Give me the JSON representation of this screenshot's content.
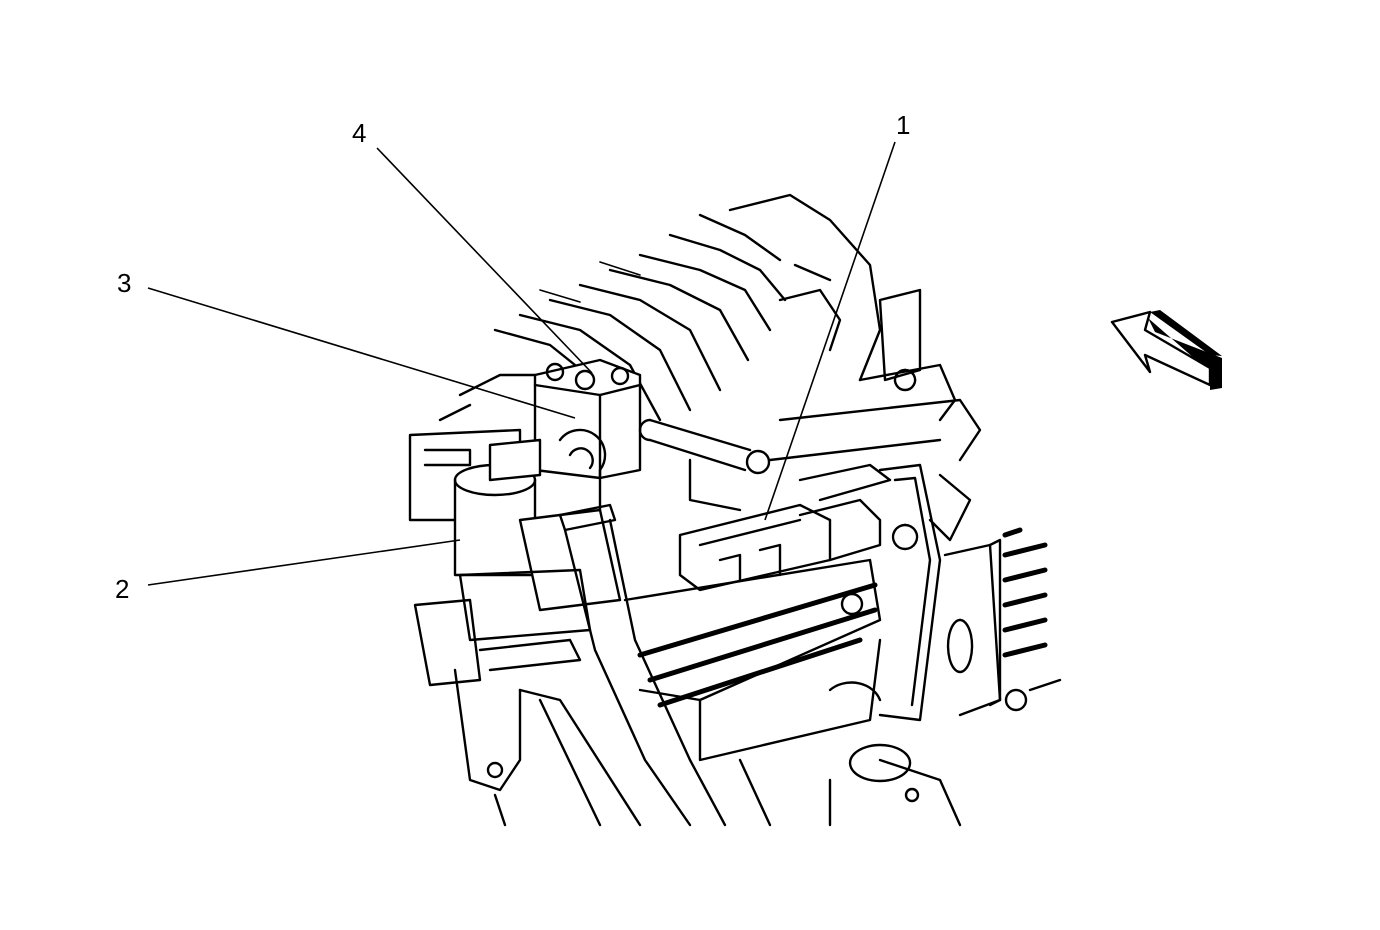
{
  "callouts": [
    {
      "id": "1",
      "label": "1"
    },
    {
      "id": "2",
      "label": "2"
    },
    {
      "id": "3",
      "label": "3"
    },
    {
      "id": "4",
      "label": "4"
    }
  ],
  "colors": {
    "ink": "#000000",
    "background": "#ffffff"
  },
  "icons": {
    "direction": "front-direction-arrow-icon"
  }
}
